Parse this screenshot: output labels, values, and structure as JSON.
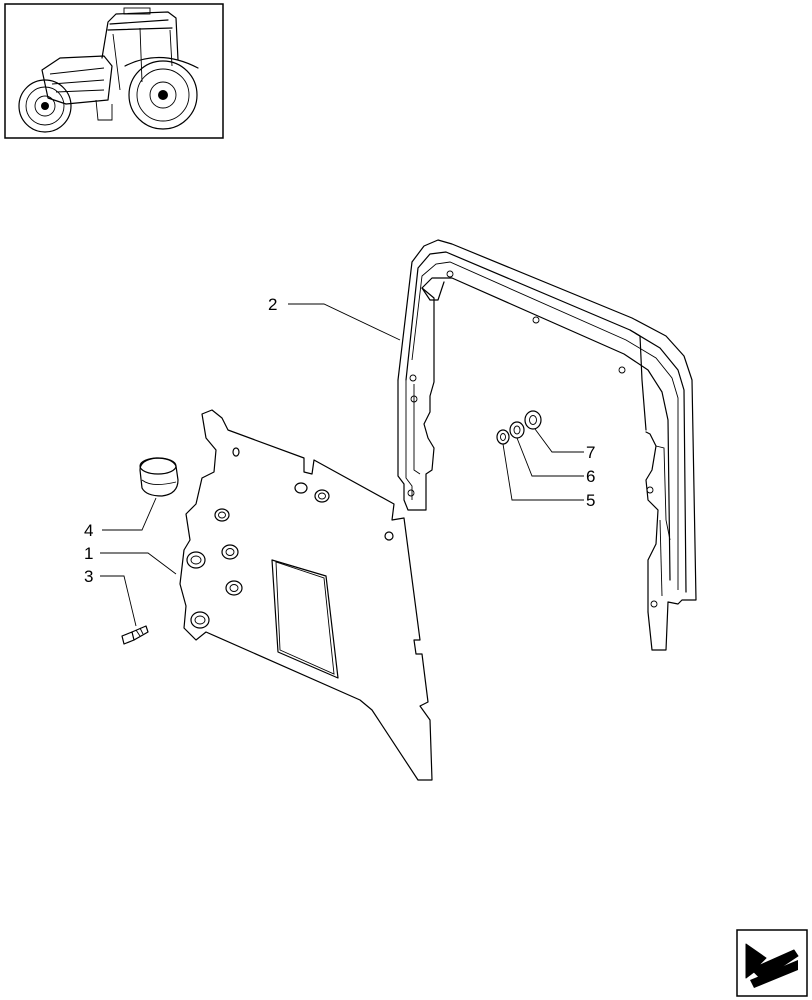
{
  "callouts": {
    "c1": "1",
    "c2": "2",
    "c3": "3",
    "c4": "4",
    "c5": "5",
    "c6": "6",
    "c7": "7"
  },
  "icons": {
    "thumbnail": "tractor-thumbnail-icon",
    "navigation": "next-page-arrow-icon"
  },
  "colors": {
    "line": "#000000",
    "background": "#ffffff"
  }
}
